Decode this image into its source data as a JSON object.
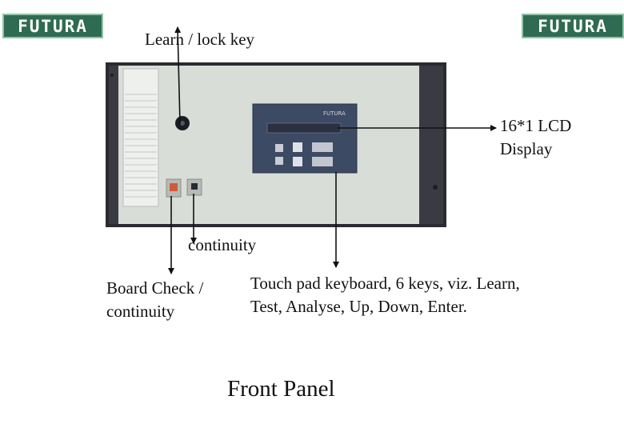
{
  "logos": {
    "left_text": "FUTURA",
    "right_text": "FUTURA",
    "color": "#2f6b52"
  },
  "labels": {
    "learn_lock_key": "Learn / lock key",
    "lcd_display_line1": "16*1 LCD",
    "lcd_display_line2": "Display",
    "continuity": "continuity",
    "board_check_line1": "Board Check /",
    "board_check_line2": "continuity",
    "touchpad_line1": "Touch pad keyboard, 6 keys, viz. Learn,",
    "touchpad_line2": "Test, Analyse, Up, Down, Enter."
  },
  "panel_logo_text": "FUTURA",
  "title": "Front Panel"
}
